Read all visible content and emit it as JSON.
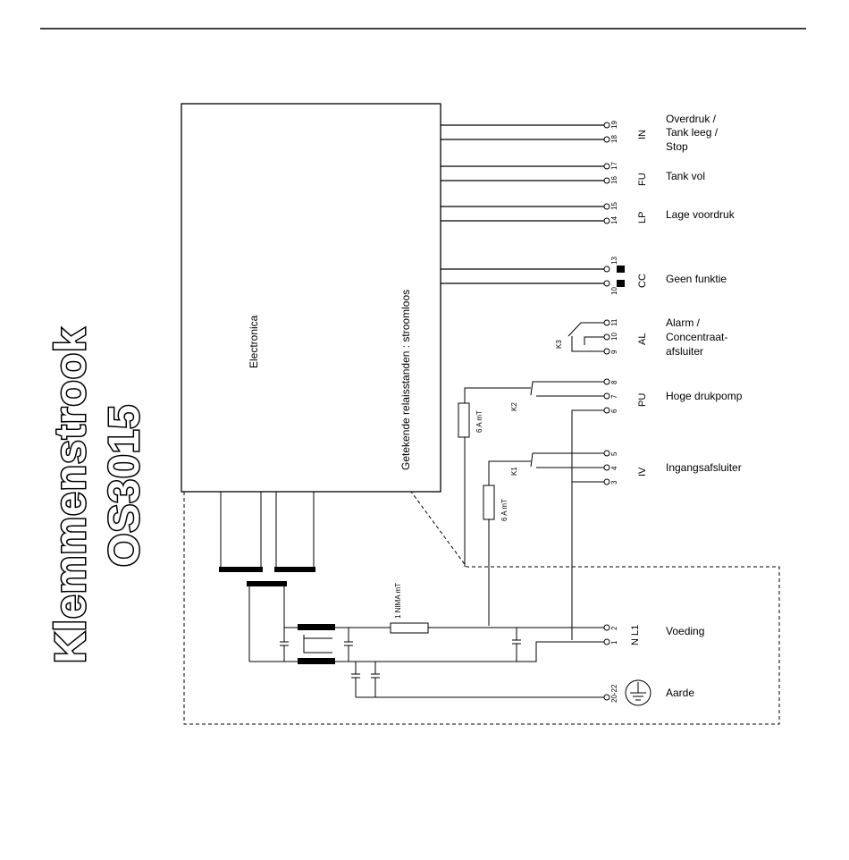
{
  "title": {
    "line1": "Klemmenstrook",
    "line2": "OS3015"
  },
  "box": {
    "label": "Electronica",
    "note": "Getekende relaisstanden : stroomloos"
  },
  "groups": [
    {
      "code": "IN",
      "terminals": [
        "19",
        "18"
      ],
      "desc": [
        "Overdruk /",
        "Tank leeg /",
        "Stop"
      ]
    },
    {
      "code": "FU",
      "terminals": [
        "17",
        "16"
      ],
      "desc": [
        "Tank vol"
      ]
    },
    {
      "code": "LP",
      "terminals": [
        "15",
        "14"
      ],
      "desc": [
        "Lage voordruk"
      ]
    },
    {
      "code": "CC",
      "terminals": [
        "13",
        "10"
      ],
      "desc": [
        "Geen funktie"
      ]
    },
    {
      "code": "AL",
      "terminals": [
        "11",
        "10",
        "9"
      ],
      "desc": [
        "Alarm /",
        "Concentraat-",
        "afsluiter"
      ]
    },
    {
      "code": "PU",
      "terminals": [
        "8",
        "7",
        "6"
      ],
      "desc": [
        "Hoge drukpomp"
      ]
    },
    {
      "code": "IV",
      "terminals": [
        "5",
        "4",
        "3"
      ],
      "desc": [
        "Ingangsafsluiter"
      ]
    },
    {
      "code": "N  L1",
      "terminals": [
        "2",
        "1"
      ],
      "desc": [
        "Voeding"
      ]
    },
    {
      "code": "",
      "terminals": [
        "20-22"
      ],
      "desc": [
        "Aarde"
      ]
    }
  ],
  "relays": {
    "k1": "K1",
    "k2": "K2",
    "k3": "K3"
  },
  "fuses": {
    "f1": "6 A mT",
    "f2": "6 A mT",
    "f3": "1 NIMA mT"
  }
}
